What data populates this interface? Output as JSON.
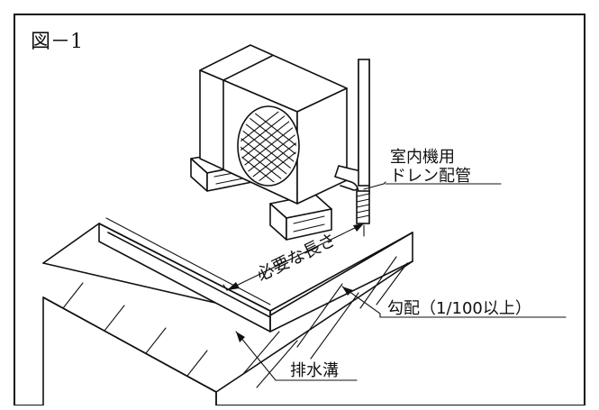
{
  "figure": {
    "label": "図－1",
    "labels": {
      "drain_pipe_line1": "室内機用",
      "drain_pipe_line2": "ドレン配管",
      "required_length": "必要な長さ",
      "slope": "勾配（1/100以上）",
      "drainage_ditch": "排水溝"
    }
  },
  "icons": {
    "outdoor_unit": "outdoor-unit-icon",
    "drain_pipe": "drain-pipe-icon"
  }
}
